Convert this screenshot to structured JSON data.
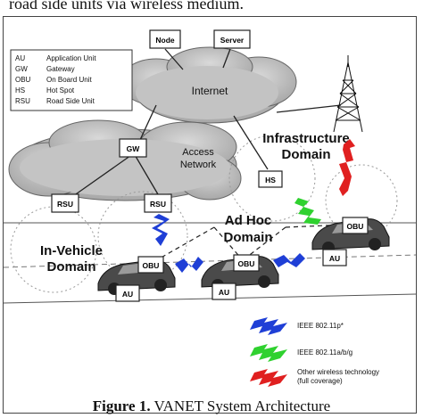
{
  "top_text": "road side units via wireless medium.",
  "legend": {
    "rows": [
      {
        "abbr": "AU",
        "desc": "Application Unit"
      },
      {
        "abbr": "GW",
        "desc": "Gateway"
      },
      {
        "abbr": "OBU",
        "desc": "On Board Unit"
      },
      {
        "abbr": "HS",
        "desc": "Hot Spot"
      },
      {
        "abbr": "RSU",
        "desc": "Road Side Unit"
      }
    ]
  },
  "nodes": {
    "node": "Node",
    "server": "Server",
    "gw": "GW",
    "hs": "HS",
    "rsu_left": "RSU",
    "rsu_right": "RSU",
    "obu_1": "OBU",
    "obu_2": "OBU",
    "obu_3": "OBU",
    "au_1": "AU",
    "au_2": "AU",
    "au_3": "AU"
  },
  "clouds": {
    "internet": "Internet",
    "access_line1": "Access",
    "access_line2": "Network"
  },
  "domains": {
    "infra_line1": "Infrastructure",
    "infra_line2": "Domain",
    "adhoc_line1": "Ad Hoc",
    "adhoc_line2": "Domain",
    "invehicle_line1": "In-Vehicle",
    "invehicle_line2": "Domain"
  },
  "tech_legend": [
    {
      "label": "IEEE 802.11p*",
      "color": "#1f3fd6"
    },
    {
      "label": "IEEE 802.11a/b/g",
      "color": "#2fd12f"
    },
    {
      "label": "Other wireless technology",
      "label2": "(full coverage)",
      "color": "#e02020"
    }
  ],
  "caption": {
    "bold": "Figure 1.",
    "rest": " VANET System Architecture"
  }
}
